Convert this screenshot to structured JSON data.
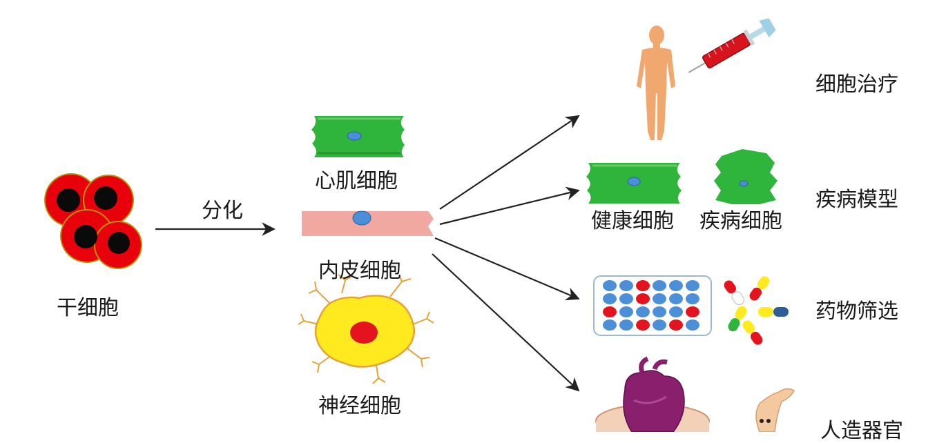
{
  "source": {
    "label": "干细胞"
  },
  "process": {
    "label": "分化"
  },
  "cell_types": {
    "cardiomyocyte": "心肌细胞",
    "endothelial": "内皮细胞",
    "neuron": "神经细胞"
  },
  "applications": {
    "cell_therapy": "细胞治疗",
    "disease_model": "疾病模型",
    "healthy_cell": "健康细胞",
    "diseased_cell": "疾病细胞",
    "drug_screening": "药物筛选",
    "artificial_organ": "人造器官"
  },
  "colors": {
    "stem_cell": "#e8000b",
    "nucleus": "#0a0a0a",
    "muscle": "#2fb53b",
    "endothelium": "#f0a8a0",
    "neuron_body": "#ffea1f",
    "neuron_nucleus": "#e3141e",
    "blue_nucleus": "#4a8fd8",
    "skin": "#f0a86f"
  },
  "icons": [
    "human-figure-icon",
    "syringe-icon",
    "well-plate-icon",
    "pill-capsules-icon",
    "heart-icon",
    "petri-dish-icon",
    "organoid-icon"
  ]
}
